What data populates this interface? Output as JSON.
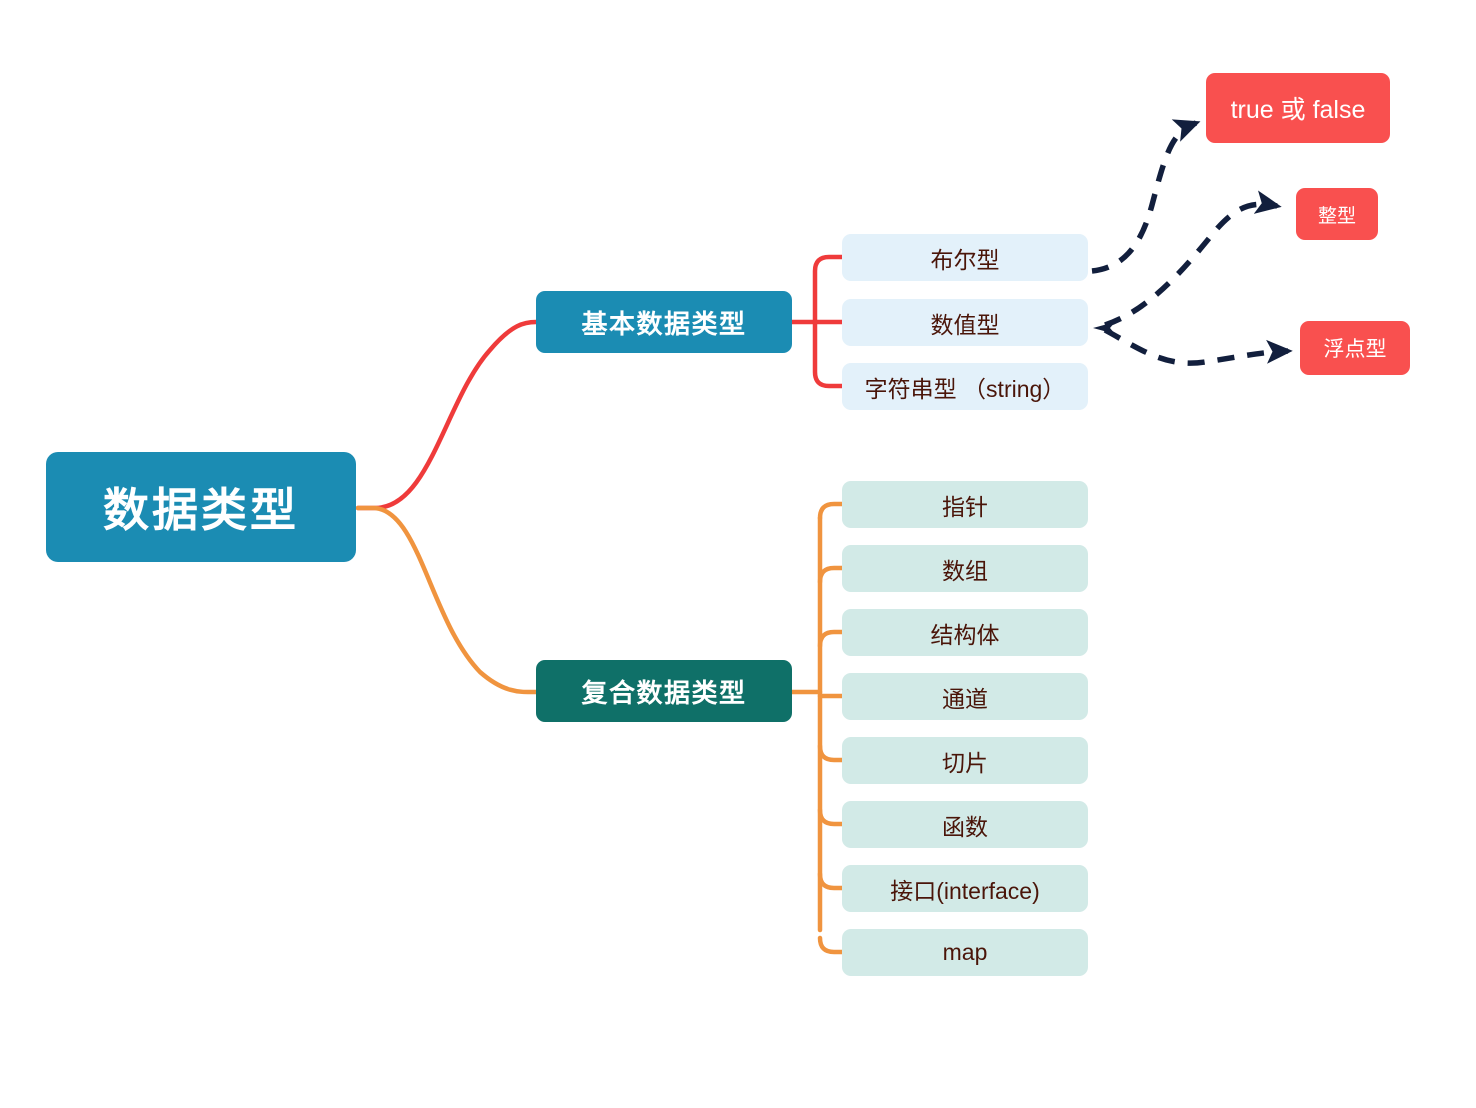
{
  "diagram": {
    "title": "数据类型",
    "type": "mindmap",
    "root": {
      "label": "数据类型",
      "color": "#1b8cb3",
      "text_color": "#ffffff"
    },
    "branches": [
      {
        "id": "basic",
        "label": "基本数据类型",
        "color": "#1b8cb3",
        "connector_color": "#ef3b3b",
        "children": [
          {
            "label": "布尔型",
            "color": "#e3f1fa"
          },
          {
            "label": "数值型",
            "color": "#e3f1fa"
          },
          {
            "label": "字符串型 （string）",
            "color": "#e3f1fa"
          }
        ]
      },
      {
        "id": "composite",
        "label": "复合数据类型",
        "color": "#0f7068",
        "connector_color": "#f0943f",
        "children": [
          {
            "label": "指针",
            "color": "#d2eae7"
          },
          {
            "label": "数组",
            "color": "#d2eae7"
          },
          {
            "label": "结构体",
            "color": "#d2eae7"
          },
          {
            "label": "通道",
            "color": "#d2eae7"
          },
          {
            "label": "切片",
            "color": "#d2eae7"
          },
          {
            "label": "函数",
            "color": "#d2eae7"
          },
          {
            "label": "接口(interface)",
            "color": "#d2eae7"
          },
          {
            "label": "map",
            "color": "#d2eae7"
          }
        ]
      }
    ],
    "annotations": [
      {
        "id": "bool-values",
        "label": "true 或 false",
        "color": "#f9504f",
        "from": "布尔型"
      },
      {
        "id": "int-type",
        "label": "整型",
        "color": "#f9504f",
        "from": "数值型"
      },
      {
        "id": "float-type",
        "label": "浮点型",
        "color": "#f9504f",
        "from": "数值型"
      }
    ],
    "arrow_color": "#121f3d"
  }
}
